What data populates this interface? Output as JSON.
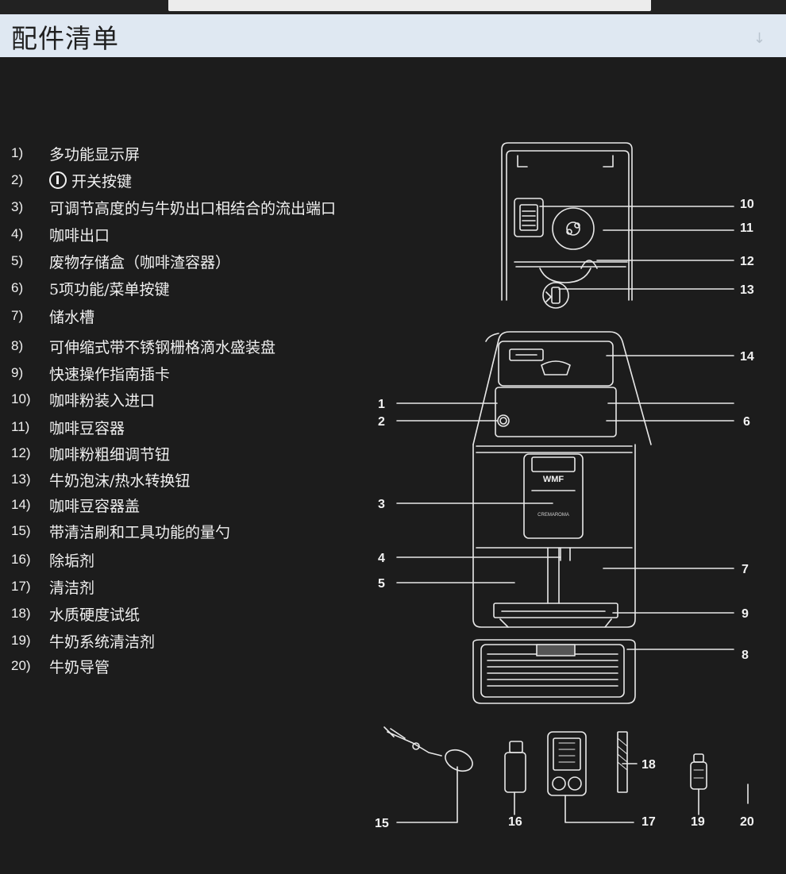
{
  "header": {
    "title": "配件清单"
  },
  "parts": [
    {
      "num": "1)",
      "label": "多功能显示屏"
    },
    {
      "num": "2)",
      "label": "开关按键",
      "icon": "power-icon"
    },
    {
      "num": "3)",
      "label": "可调节高度的与牛奶出口相结合的流出端口"
    },
    {
      "num": "4)",
      "label": "咖啡出口"
    },
    {
      "num": "5)",
      "label": "废物存储盒（咖啡渣容器）"
    },
    {
      "num": "6)",
      "label": "5项功能/菜单按键"
    },
    {
      "num": "7)",
      "label": "储水槽"
    },
    {
      "num": "8)",
      "label": "可伸缩式带不锈钢栅格滴水盛装盘"
    },
    {
      "num": "9)",
      "label": "快速操作指南插卡"
    },
    {
      "num": "10)",
      "label": "咖啡粉装入进口"
    },
    {
      "num": "11)",
      "label": "咖啡豆容器"
    },
    {
      "num": "12)",
      "label": "咖啡粉粗细调节钮"
    },
    {
      "num": "13)",
      "label": "牛奶泡沫/热水转换钮"
    },
    {
      "num": "14)",
      "label": "咖啡豆容器盖"
    },
    {
      "num": "15)",
      "label": "带清洁刷和工具功能的量勺"
    },
    {
      "num": "16)",
      "label": "除垢剂"
    },
    {
      "num": "17)",
      "label": "清洁剂"
    },
    {
      "num": "18)",
      "label": "水质硬度试纸"
    },
    {
      "num": "19)",
      "label": "牛奶系统清洁剂"
    },
    {
      "num": "20)",
      "label": "牛奶导管"
    }
  ],
  "callouts": [
    "1",
    "2",
    "3",
    "4",
    "5",
    "6",
    "7",
    "8",
    "9",
    "10",
    "11",
    "12",
    "13",
    "14",
    "15",
    "16",
    "17",
    "18",
    "19",
    "20"
  ],
  "machine": {
    "brand_logo": "WMF",
    "model_text": "CREMAROMA"
  },
  "colors": {
    "background": "#1c1c1c",
    "header_bg": "#dfe8f2",
    "line": "#e8e8e8"
  }
}
